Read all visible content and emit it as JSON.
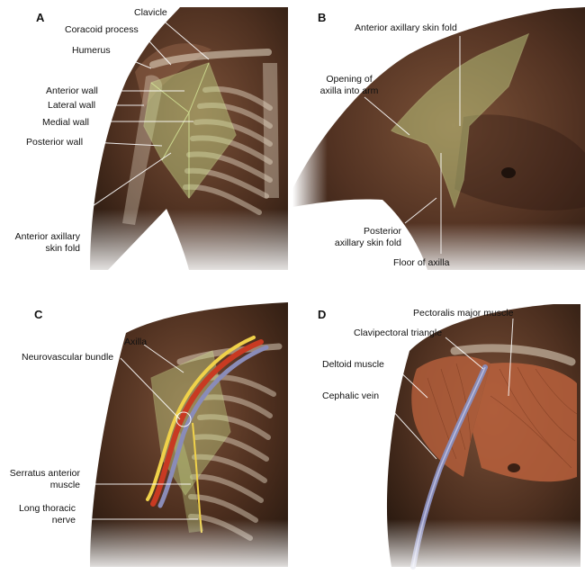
{
  "panels": {
    "a": {
      "letter": "A",
      "labels": {
        "clavicle": "Clavicle",
        "coracoid": "Coracoid process",
        "humerus": "Humerus",
        "anterior_wall": "Anterior wall",
        "lateral_wall": "Lateral wall",
        "medial_wall": "Medial wall",
        "posterior_wall": "Posterior wall",
        "skin_fold_1": "Anterior axillary",
        "skin_fold_2": "skin fold"
      }
    },
    "b": {
      "letter": "B",
      "labels": {
        "anterior_fold": "Anterior axillary skin fold",
        "opening_1": "Opening of",
        "opening_2": "axilla into arm",
        "posterior_1": "Posterior",
        "posterior_2": "axillary skin fold",
        "floor": "Floor of axilla"
      }
    },
    "c": {
      "letter": "C",
      "labels": {
        "axilla": "Axilla",
        "neurovascular": "Neurovascular bundle",
        "serratus_1": "Serratus anterior",
        "serratus_2": "muscle",
        "thoracic_1": "Long thoracic",
        "thoracic_2": "nerve"
      }
    },
    "d": {
      "letter": "D",
      "labels": {
        "pectoralis": "Pectoralis major muscle",
        "clavipectoral": "Clavipectoral triangle",
        "deltoid": "Deltoid muscle",
        "cephalic": "Cephalic vein"
      }
    }
  },
  "colors": {
    "skin_dark": "#3a2418",
    "skin_mid": "#6b4530",
    "skin_light": "#9a6a4c",
    "overlay_green": "#c8dc8a",
    "muscle": "#b8603c",
    "nerve_yellow": "#f0d24a",
    "artery_red": "#c83a22",
    "vein_blue": "#8a8cb8"
  }
}
